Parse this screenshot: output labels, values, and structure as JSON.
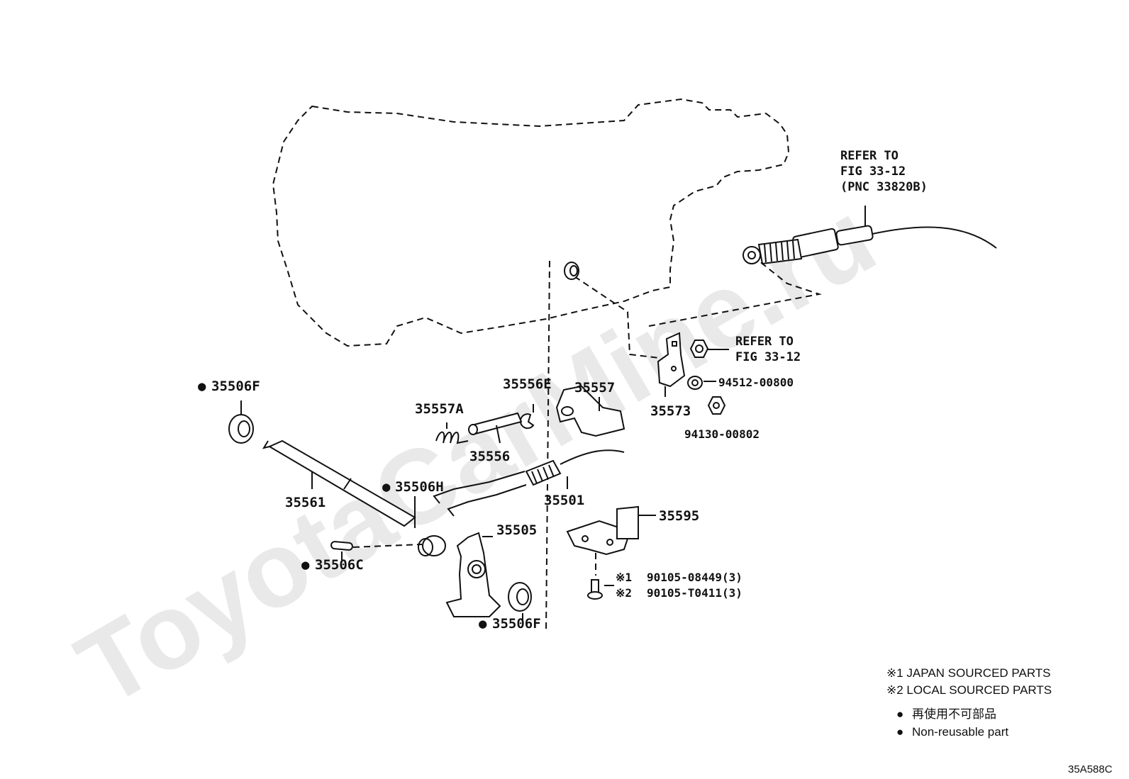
{
  "watermark": "ToyotaCarMine.ru",
  "parts": {
    "p35506F_top": "35506F",
    "p35561": "35561",
    "p35557A": "35557A",
    "p35556": "35556",
    "p35556E": "35556E",
    "p35557": "35557",
    "p35573": "35573",
    "p35506H": "35506H",
    "p35501": "35501",
    "p35505": "35505",
    "p35506C": "35506C",
    "p35506F_bottom": "35506F",
    "p35595": "35595",
    "p94512": "94512-00800",
    "p94130": "94130-00802",
    "bolt1": "90105-08449(3)",
    "bolt2": "90105-T0411(3)",
    "bolt1_mark": "※1",
    "bolt2_mark": "※2"
  },
  "refs": {
    "cable_ref_line1": "REFER TO",
    "cable_ref_line2": "FIG 33-12",
    "cable_ref_line3": "(PNC 33820B)",
    "nut_ref_line1": "REFER TO",
    "nut_ref_line2": "FIG 33-12"
  },
  "legend": {
    "note1": "※1 JAPAN SOURCED PARTS",
    "note2": "※2 LOCAL SOURCED PARTS",
    "nonreusable_jp": "再使用不可部品",
    "nonreusable_en": "Non-reusable part"
  },
  "bullet": "●",
  "figure_code": "35A588C"
}
